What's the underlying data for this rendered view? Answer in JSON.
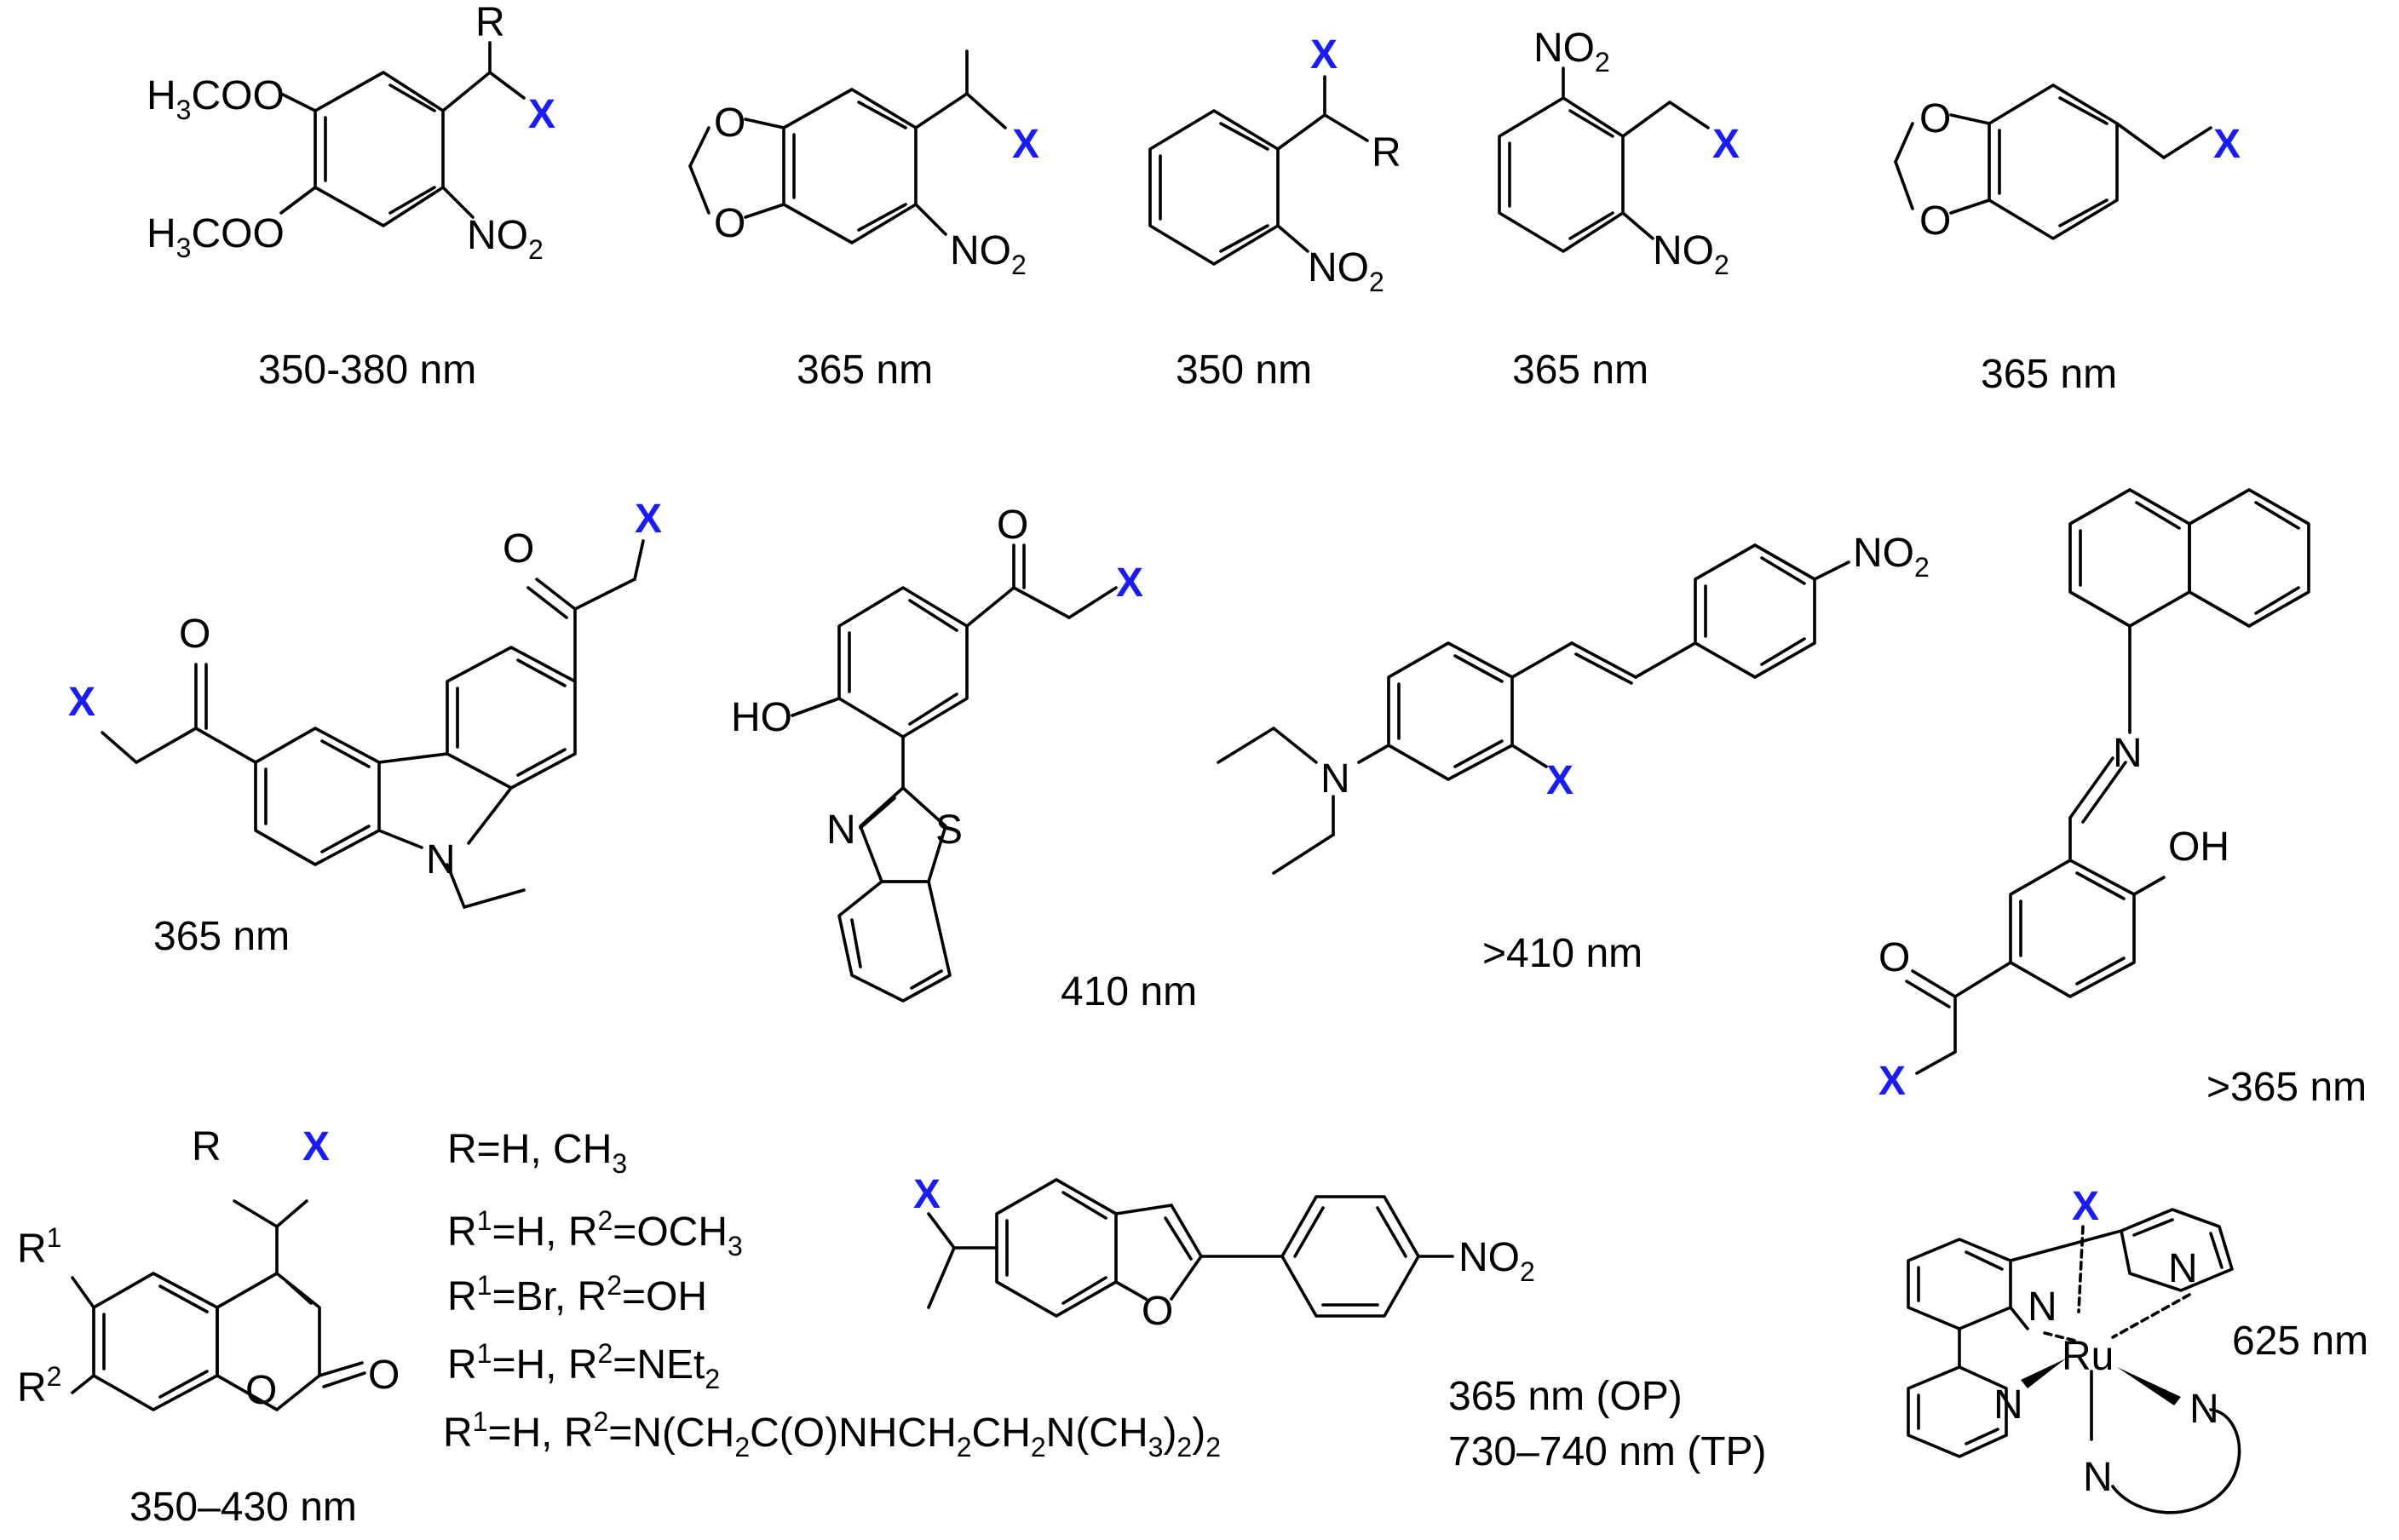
{
  "atoms": {
    "x": "X",
    "r": "R",
    "r1": "R",
    "r2": "R",
    "sup1": "1",
    "sup2": "2",
    "o": "O",
    "n": "N",
    "s": "S",
    "ho": "HO",
    "oh": "OH",
    "ru": "Ru",
    "h3co_main": "H",
    "h3co_sub": "3",
    "h3co_tail": "CO",
    "no2_main": "NO",
    "no2_sub": "2"
  },
  "compounds": [
    {
      "label": "350-380 nm"
    },
    {
      "label": "365 nm"
    },
    {
      "label": "350 nm"
    },
    {
      "label": "365 nm"
    },
    {
      "label": "365 nm"
    },
    {
      "label": "365 nm"
    },
    {
      "label": "410 nm"
    },
    {
      "label": ">410 nm"
    },
    {
      "label": ">365 nm"
    },
    {
      "label": "350–430 nm"
    },
    {
      "label": "365 nm (OP)",
      "label2": "730–740 nm (TP)"
    },
    {
      "label": "625 nm"
    }
  ],
  "substituents": {
    "line1": "R=H, CH",
    "line1_sub": "3",
    "line2_a": "R",
    "line2_b": "=H, R",
    "line2_c": "=OCH",
    "line2_sub": "3",
    "line3_a": "R",
    "line3_b": "=Br,  R",
    "line3_c": "=OH",
    "line4_a": "R",
    "line4_b": "=H, R",
    "line4_c": "=NEt",
    "line4_sub": "2",
    "line5_a": "R",
    "line5_b": "=H, R",
    "line5_c": "=N(CH",
    "line5_d": "C(O)NHCH",
    "line5_e": "CH",
    "line5_f": "N(CH",
    "line5_g": ")",
    "line5_h": ")",
    "sub2": "2",
    "sub3": "3"
  },
  "colors": {
    "x_label": "#1a1aff",
    "bond": "#000000"
  }
}
